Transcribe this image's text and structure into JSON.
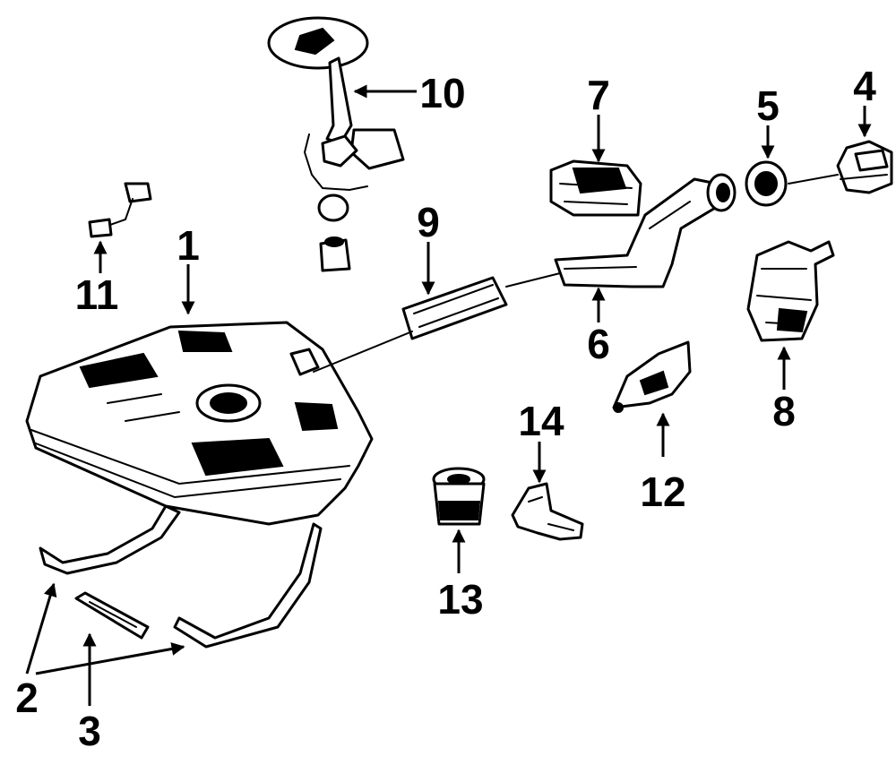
{
  "callouts": [
    {
      "id": "c1",
      "label": "1"
    },
    {
      "id": "c2",
      "label": "2"
    },
    {
      "id": "c3",
      "label": "3"
    },
    {
      "id": "c4",
      "label": "4"
    },
    {
      "id": "c5",
      "label": "5"
    },
    {
      "id": "c6",
      "label": "6"
    },
    {
      "id": "c7",
      "label": "7"
    },
    {
      "id": "c8",
      "label": "8"
    },
    {
      "id": "c9",
      "label": "9"
    },
    {
      "id": "c10",
      "label": "10"
    },
    {
      "id": "c11",
      "label": "11"
    },
    {
      "id": "c12",
      "label": "12"
    },
    {
      "id": "c13",
      "label": "13"
    },
    {
      "id": "c14",
      "label": "14"
    }
  ],
  "colors": {
    "ink": "#000000",
    "paper": "#ffffff"
  }
}
